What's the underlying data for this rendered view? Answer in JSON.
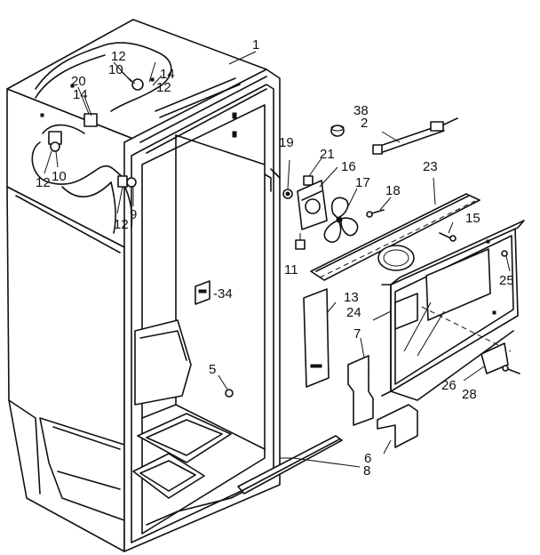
{
  "callouts": [
    {
      "id": "c1",
      "text": "1"
    },
    {
      "id": "c2",
      "text": "2"
    },
    {
      "id": "c38",
      "text": "38"
    },
    {
      "id": "c19",
      "text": "19"
    },
    {
      "id": "c21",
      "text": "21"
    },
    {
      "id": "c16",
      "text": "16"
    },
    {
      "id": "c17",
      "text": "17"
    },
    {
      "id": "c18",
      "text": "18"
    },
    {
      "id": "c23",
      "text": "23"
    },
    {
      "id": "c15",
      "text": "15"
    },
    {
      "id": "c11",
      "text": "11"
    },
    {
      "id": "c13",
      "text": "13"
    },
    {
      "id": "c24",
      "text": "24"
    },
    {
      "id": "c25",
      "text": "25"
    },
    {
      "id": "c7",
      "text": "7"
    },
    {
      "id": "c26",
      "text": "26"
    },
    {
      "id": "c28",
      "text": "28"
    },
    {
      "id": "c6",
      "text": "6"
    },
    {
      "id": "c8",
      "text": "8"
    },
    {
      "id": "c34",
      "text": "-34"
    },
    {
      "id": "c5",
      "text": "5"
    },
    {
      "id": "c9",
      "text": "9"
    },
    {
      "id": "c12a",
      "text": "12"
    },
    {
      "id": "c12b",
      "text": "12"
    },
    {
      "id": "c12c",
      "text": "12"
    },
    {
      "id": "c12d",
      "text": "12"
    },
    {
      "id": "c10a",
      "text": "10"
    },
    {
      "id": "c10b",
      "text": "10"
    },
    {
      "id": "c20",
      "text": "20"
    },
    {
      "id": "c14a",
      "text": "14"
    },
    {
      "id": "c14b",
      "text": "14"
    }
  ]
}
